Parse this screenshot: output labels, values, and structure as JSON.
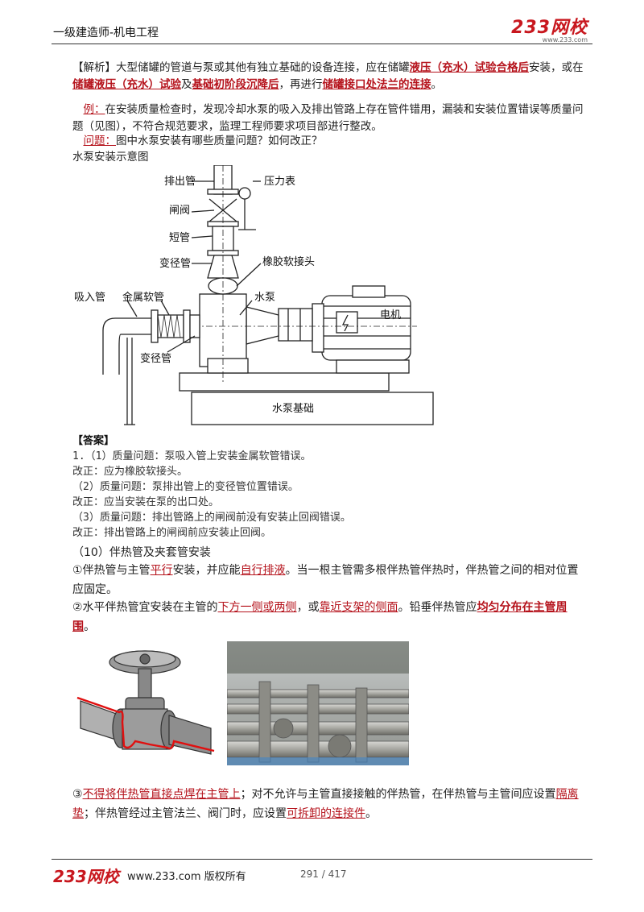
{
  "header": {
    "title": "一级建造师-机电工程",
    "brand_logo": "233网校",
    "brand_url": "www.233.com"
  },
  "analysis": {
    "prefix": "【解析】大型储罐的管道与泵或其他有独立基础的设备连接，应在储罐",
    "h1": "液压（充水）试验合格后",
    "t1": "安装，或在",
    "h2": "储罐液压（充水）试验",
    "t2": "及",
    "h3": "基础初阶段沉降后",
    "t3": "，再进行",
    "h4": "储罐接口处法兰的连接",
    "t4": "。"
  },
  "example": {
    "label": "例：",
    "text": "在安装质量检查时，发现冷却水泵的吸入及排出管路上存在管件错用，漏装和安装位置错误等质量问题（见图），不符合规范要求，监理工程师要求项目部进行整改。",
    "q_label": "问题：",
    "q_text": "图中水泵安装有哪些质量问题？如何改正？",
    "figure_title": "水泵安装示意图"
  },
  "diagram_labels": {
    "discharge": "排出管",
    "gate_valve": "闸阀",
    "short_pipe": "短管",
    "reducer_top": "变径管",
    "gauge": "压力表",
    "rubber_joint": "橡胶软接头",
    "suction": "吸入管",
    "metal_hose": "金属软管",
    "pump": "水泵",
    "motor": "电机",
    "reducer_bottom": "变径管",
    "foundation": "水泵基础"
  },
  "answer": {
    "title": "【答案】",
    "lines": [
      "1.（1）质量问题：泵吸入管上安装金属软管错误。",
      "改正：应为橡胶软接头。",
      "（2）质量问题：泵排出管上的变径管位置错误。",
      "改正：应当安装在泵的出口处。",
      "（3）质量问题：排出管路上的闸阀前没有安装止回阀错误。",
      "改正：排出管路上的闸阀前应安装止回阀。"
    ]
  },
  "section10": {
    "heading": "（10）伴热管及夹套管安装",
    "p1_a": "①伴热管与主管",
    "p1_h1": "平行",
    "p1_b": "安装，并应能",
    "p1_h2": "自行排液",
    "p1_c": "。当一根主管需多根伴热管伴热时，伴热管之间的相对位置应固定。",
    "p2_a": "②水平伴热管宜安装在主管的",
    "p2_h1": "下方一侧或两侧",
    "p2_b": "，或",
    "p2_h2": "靠近支架的侧面",
    "p2_c": "。铅垂伴热管应",
    "p2_h3": "均匀分布在主管周围",
    "p2_d": "。",
    "p3_a": "③",
    "p3_h1": "不得将伴热管直接点焊在主管上",
    "p3_b": "；对不允许与主管直接接触的伴热管，在伴热管与主管间应设置",
    "p3_h2": "隔离垫",
    "p3_c": "；伴热管经过主管法兰、阀门时，应设置",
    "p3_h3": "可拆卸的连接件",
    "p3_d": "。"
  },
  "footer": {
    "logo": "233网校",
    "copyright": "www.233.com 版权所有",
    "page": "291 / 417"
  }
}
